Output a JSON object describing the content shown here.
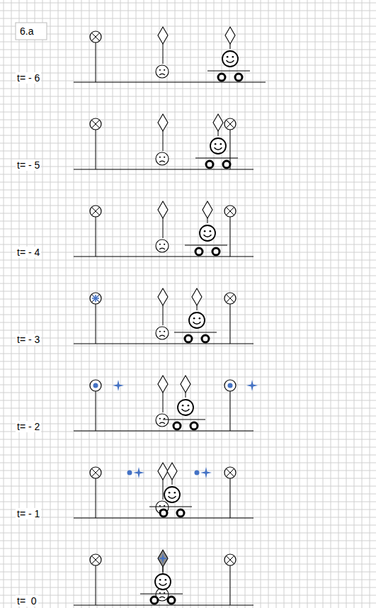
{
  "diagram": {
    "labels": [
      "6.a",
      "t= - 6",
      "t= - 5",
      "t= - 4",
      "t= - 3",
      "t= - 2",
      "t= - 1",
      "t=  0"
    ]
  }
}
